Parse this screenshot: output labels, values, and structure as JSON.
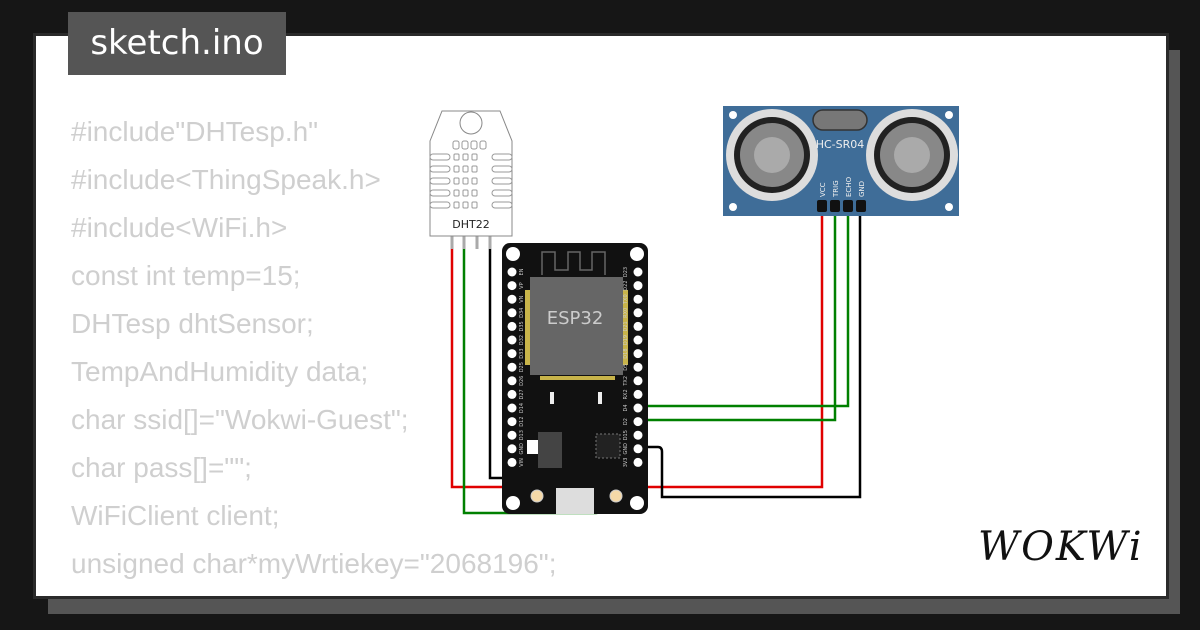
{
  "file_tab": {
    "label": "sketch.ino"
  },
  "code_lines": [
    "#include\"DHTesp.h\"",
    "#include<ThingSpeak.h>",
    "#include<WiFi.h>",
    "const int temp=15;",
    "DHTesp dhtSensor;",
    "TempAndHumidity data;",
    "char ssid[]=\"Wokwi-Guest\";",
    "char pass[]=\"\";",
    "WiFiClient client;",
    "unsigned char*myWrtiekey=\"2068196\";"
  ],
  "components": {
    "dht": {
      "label": "DHT22"
    },
    "esp32": {
      "label": "ESP32",
      "left_pins": [
        "EN",
        "VP",
        "VN",
        "D34",
        "D35",
        "D32",
        "D33",
        "D25",
        "D26",
        "D27",
        "D14",
        "D12",
        "D13",
        "GND",
        "VIN"
      ],
      "right_pins": [
        "D23",
        "D22",
        "TX0",
        "RX0",
        "D21",
        "D19",
        "D18",
        "D5",
        "TX2",
        "RX2",
        "D4",
        "D2",
        "D15",
        "GND",
        "3V3"
      ]
    },
    "ultrasonic": {
      "label": "HC-SR04",
      "pins": [
        "VCC",
        "TRIG",
        "ECHO",
        "GND"
      ]
    }
  },
  "wire_colors": {
    "power": "#e00000",
    "ground": "#000000",
    "signal": "#008000"
  },
  "logo": {
    "text": "WOKWi"
  }
}
